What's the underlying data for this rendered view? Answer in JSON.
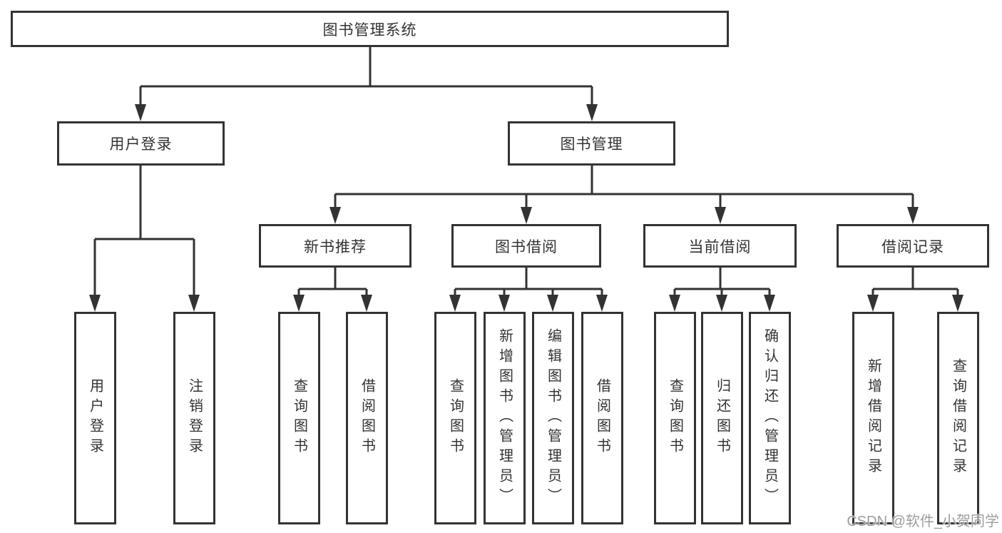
{
  "tree": {
    "label": "图书管理系统",
    "children": [
      {
        "label": "用户登录",
        "children": [
          {
            "label": "用户登录"
          },
          {
            "label": "注销登录"
          }
        ]
      },
      {
        "label": "图书管理",
        "children": [
          {
            "label": "新书推荐",
            "children": [
              {
                "label": "查询图书"
              },
              {
                "label": "借阅图书"
              }
            ]
          },
          {
            "label": "图书借阅",
            "children": [
              {
                "label": "查询图书"
              },
              {
                "label": "新增图书（管理员）"
              },
              {
                "label": "编辑图书（管理员）"
              },
              {
                "label": "借阅图书"
              }
            ]
          },
          {
            "label": "当前借阅",
            "children": [
              {
                "label": "查询图书"
              },
              {
                "label": "归还图书"
              },
              {
                "label": "确认归还（管理员）"
              }
            ]
          },
          {
            "label": "借阅记录",
            "children": [
              {
                "label": "新增借阅记录"
              },
              {
                "label": "查询借阅记录"
              }
            ]
          }
        ]
      }
    ]
  },
  "watermark": {
    "text": "CSDN @软件_小贺同学"
  },
  "colors": {
    "background": "#ffffff",
    "box_fill": "#ffffff",
    "box_border": "#333333",
    "line": "#333333",
    "text": "#333333",
    "watermark": "#9d9d9d"
  }
}
